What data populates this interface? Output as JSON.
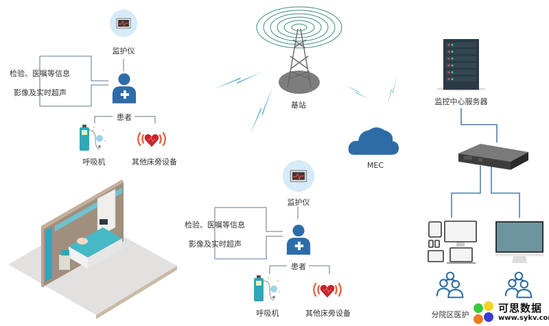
{
  "diagram_title": "",
  "nodes": {
    "patient_group_top": {
      "monitor_label": "监护仪",
      "info_label_1": "检验、医嘱等信息",
      "info_label_2": "影像及实时超声",
      "patient_label": "患者",
      "ventilator_label": "呼吸机",
      "bedside_label": "其他床旁设备"
    },
    "patient_group_bottom": {
      "monitor_label": "监护仪",
      "info_label_1": "检验、医嘱等信息",
      "info_label_2": "影像及实时超声",
      "patient_label": "患者",
      "ventilator_label": "呼吸机",
      "bedside_label": "其他床旁设备"
    },
    "base_station_label": "基站",
    "mec_label": "MEC",
    "server_label": "监控中心服务器",
    "branch_label": "分院区医护",
    "second_group_label": ""
  },
  "watermark": {
    "title": "可思数据",
    "url": "www.sykv.com"
  },
  "colors": {
    "accent_blue": "#2e6ca8",
    "bolt_teal": "#5ab2c9",
    "line": "#7f95a8",
    "monitor_bg": "#d6eaf7",
    "heart_red": "#d9332f",
    "server_dark": "#2b3a45",
    "screen_teal": "#6e949e"
  }
}
